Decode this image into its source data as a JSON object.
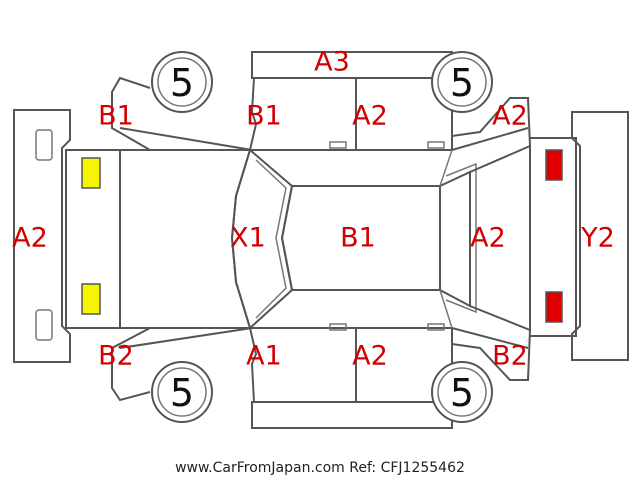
{
  "tires": {
    "front_left": "5",
    "front_right": "5",
    "rear_left": "5",
    "rear_right": "5"
  },
  "codes": {
    "roof_top": "A3",
    "top_left_fender": "B1",
    "top_front_door": "B1",
    "top_rear_door": "A2",
    "top_rear_fender": "A2",
    "front_bumper": "A2",
    "hood": "X1",
    "roof": "B1",
    "trunk": "A2",
    "rear_bumper": "Y2",
    "bottom_left_fender": "B2",
    "bottom_front_door": "A1",
    "bottom_rear_door": "A2",
    "bottom_rear_fender": "B2"
  },
  "footer_text": "www.CarFromJapan.com Ref: CFJ1255462",
  "colors": {
    "code_text": "#d40000",
    "headlight_fill": "#f5f500",
    "taillight_fill": "#e00000"
  }
}
